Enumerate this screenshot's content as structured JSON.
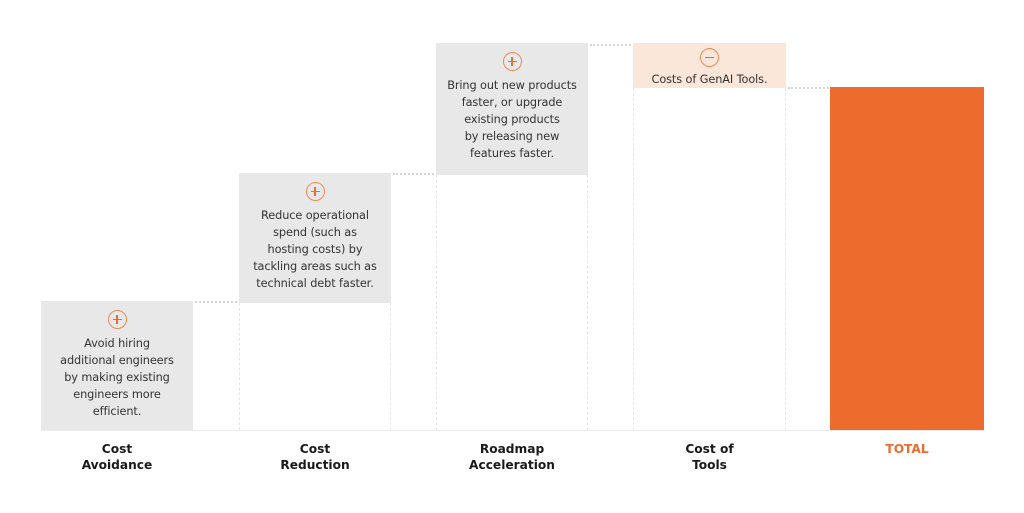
{
  "chart_data": {
    "type": "waterfall",
    "title": "",
    "xlabel": "",
    "ylabel": "",
    "categories": [
      "Cost Avoidance",
      "Cost Reduction",
      "Roadmap Acceleration",
      "Cost of Tools",
      "TOTAL"
    ],
    "values": [
      33,
      33,
      33,
      -12,
      88
    ],
    "value_units": "relative (no axis shown; estimated from bar heights)",
    "step_types": [
      "increase",
      "increase",
      "increase",
      "decrease",
      "total"
    ],
    "cumulative_tops": [
      33,
      66,
      100,
      88,
      88
    ],
    "grid": false,
    "legend": null,
    "colors": {
      "increase": "#e8e8e8",
      "decrease": "#fbe6da",
      "total": "#ec6b2d",
      "accent": "#ec6b2d"
    }
  },
  "steps": [
    {
      "label": "Cost\nAvoidance",
      "icon": "plus-circle-icon",
      "description": "Avoid hiring\nadditional engineers\nby making existing\nengineers more\nefficient."
    },
    {
      "label": "Cost\nReduction",
      "icon": "plus-circle-icon",
      "description": "Reduce operational\nspend (such as\nhosting costs) by\ntackling areas such as\ntechnical debt faster."
    },
    {
      "label": "Roadmap\nAcceleration",
      "icon": "plus-circle-icon",
      "description": "Bring out new products\nfaster, or upgrade\nexisting products\nby releasing new\nfeatures faster."
    },
    {
      "label": "Cost of\nTools",
      "icon": "minus-circle-icon",
      "description": "Costs of GenAI Tools."
    },
    {
      "label": "TOTAL"
    }
  ]
}
